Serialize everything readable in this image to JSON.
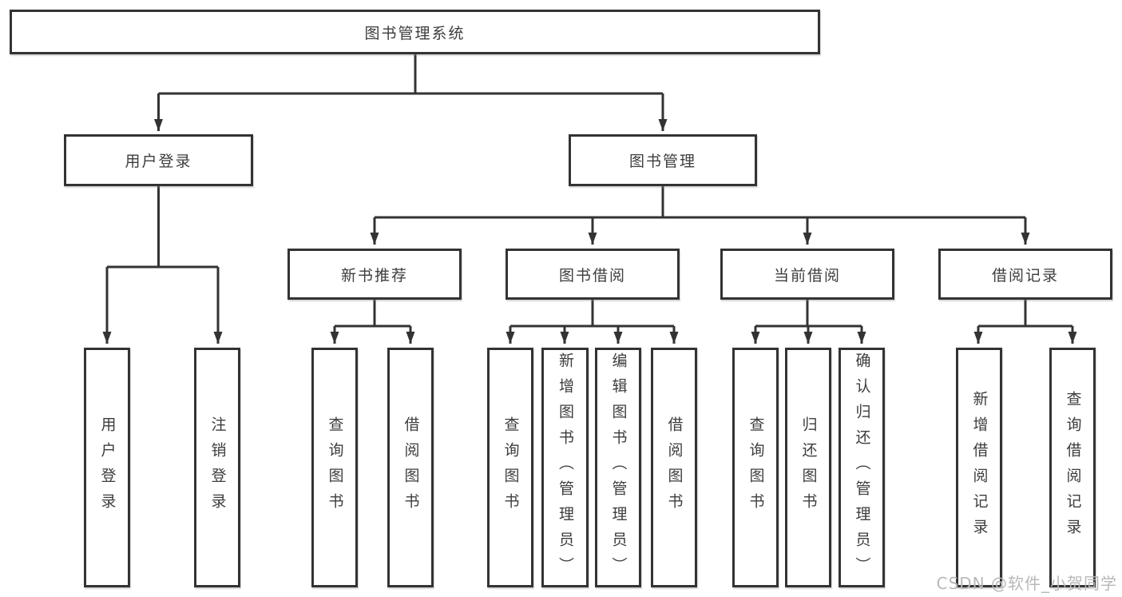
{
  "diagram": {
    "root": {
      "label": "图书管理系统"
    },
    "level2": {
      "user_login": {
        "label": "用户登录"
      },
      "book_management": {
        "label": "图书管理"
      }
    },
    "level3": {
      "new_book_recommend": {
        "label": "新书推荐"
      },
      "book_borrow": {
        "label": "图书借阅"
      },
      "current_borrow": {
        "label": "当前借阅"
      },
      "borrow_records": {
        "label": "借阅记录"
      }
    },
    "leaves": {
      "user_login": [
        "用户登录",
        "注销登录"
      ],
      "new_book_recommend": [
        "查询图书",
        "借阅图书"
      ],
      "book_borrow": [
        "查询图书",
        "新增图书（管理员）",
        "编辑图书（管理员）",
        "借阅图书"
      ],
      "current_borrow": [
        "查询图书",
        "归还图书",
        "确认归还（管理员）"
      ],
      "borrow_records": [
        "新增借阅记录",
        "查询借阅记录"
      ]
    }
  },
  "watermark": "CSDN @软件_小贺同学",
  "colors": {
    "line": "#333333",
    "text": "#3d3d3d",
    "watermark": "#b8b8b8",
    "background": "#ffffff"
  }
}
